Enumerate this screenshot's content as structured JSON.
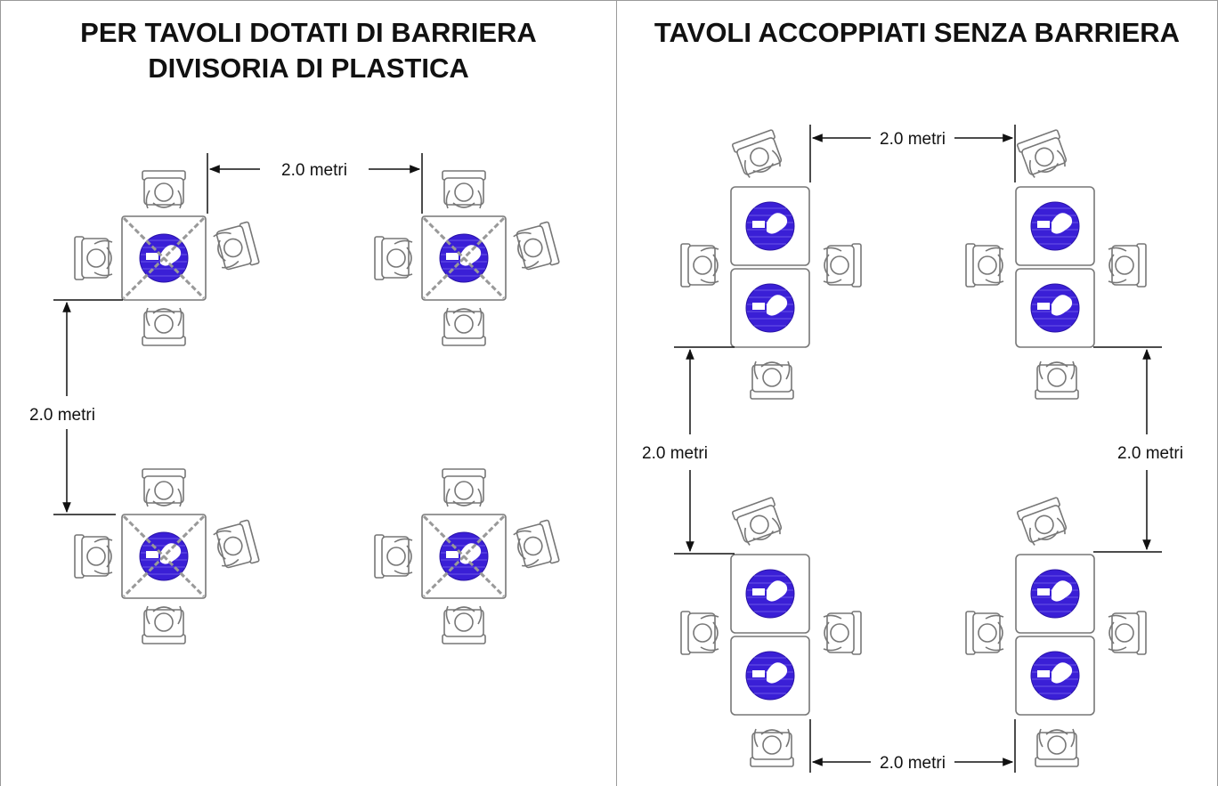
{
  "left_panel": {
    "title_line1": "PER TAVOLI DOTATI DI BARRIERA",
    "title_line2": "DIVISORIA DI PLASTICA",
    "dim_horizontal": "2.0 metri",
    "dim_vertical": "2.0 metri"
  },
  "right_panel": {
    "title": "TAVOLI ACCOPPIATI SENZA BARRIERA",
    "dim_top": "2.0 metri",
    "dim_left": "2.0 metri",
    "dim_right": "2.0 metri",
    "dim_bottom": "2.0 metri"
  },
  "colors": {
    "sign_blue": "#3a1fd6",
    "line": "#7a7a7a",
    "dim_line": "#111111"
  }
}
